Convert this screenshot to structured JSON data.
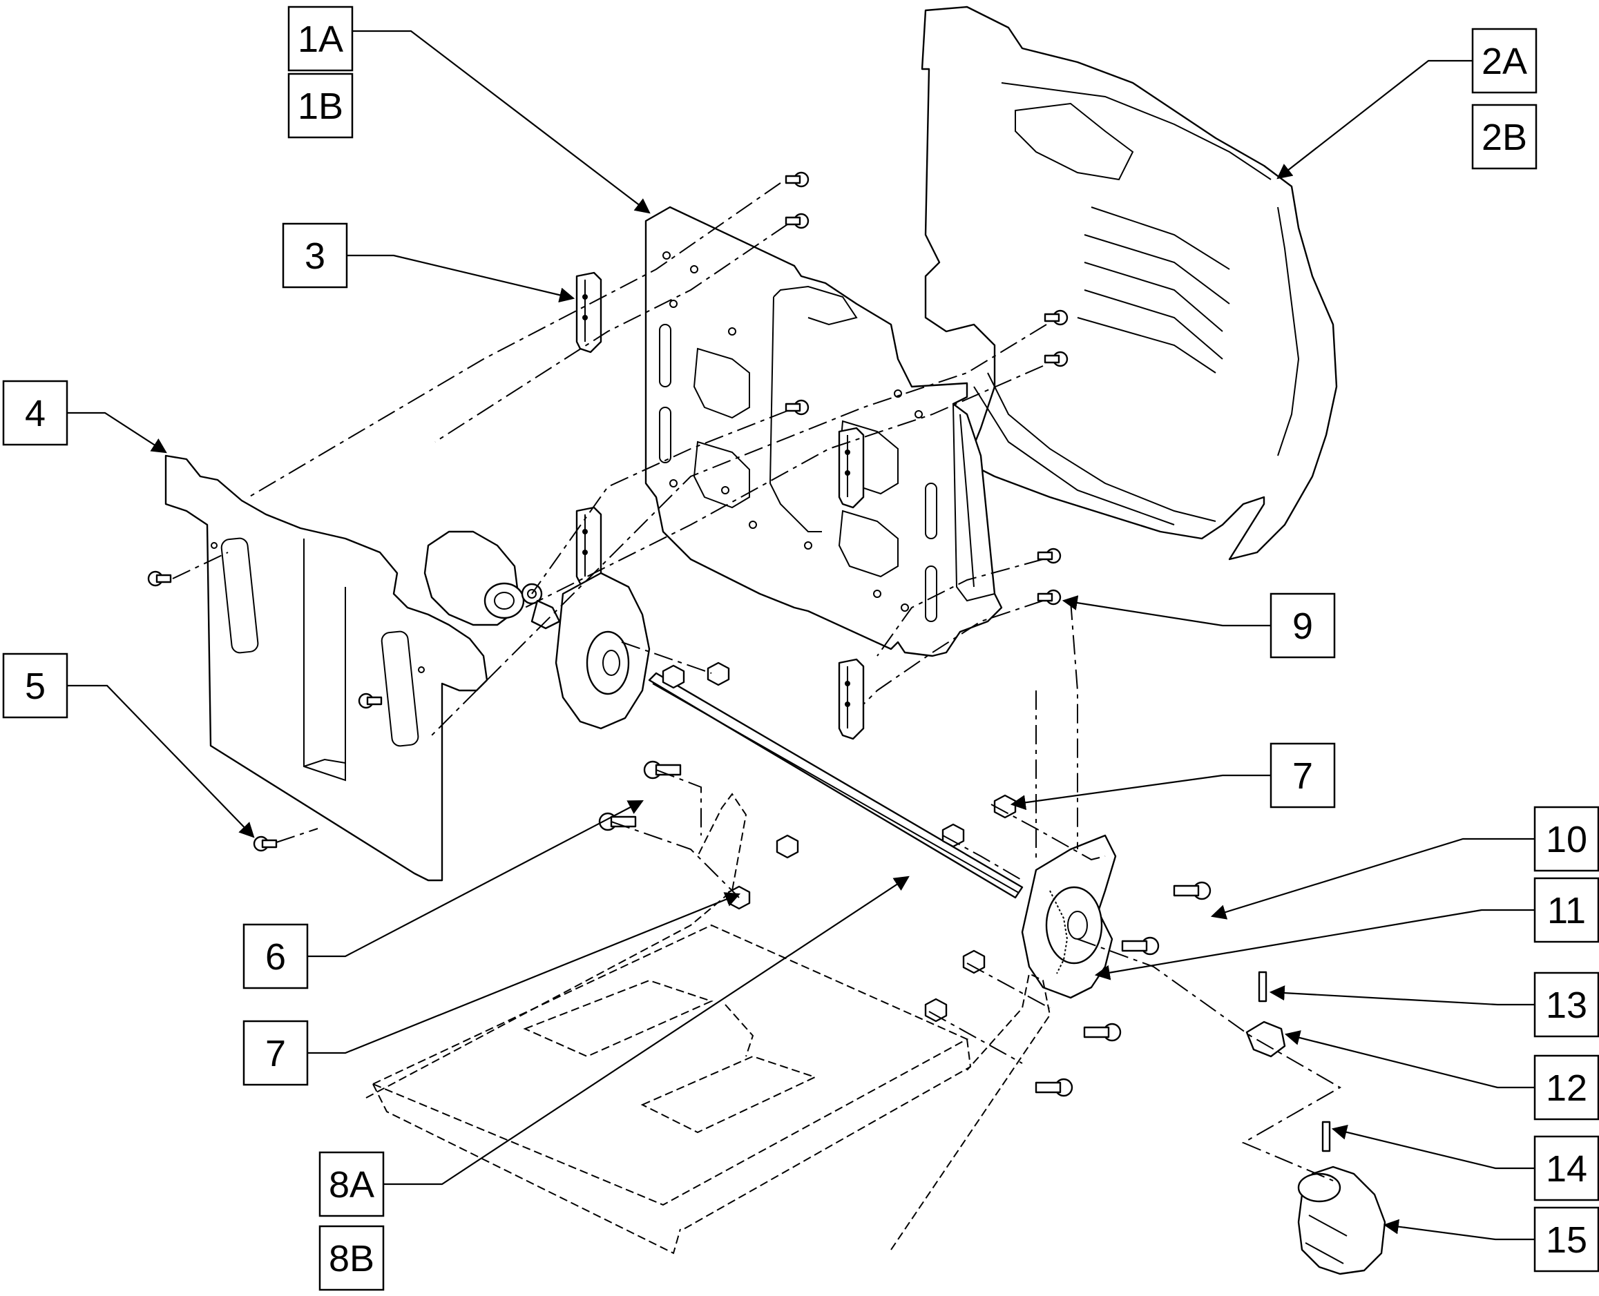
{
  "diagram": {
    "callouts": [
      {
        "id": "1A",
        "label": "1A"
      },
      {
        "id": "1B",
        "label": "1B"
      },
      {
        "id": "2A",
        "label": "2A"
      },
      {
        "id": "2B",
        "label": "2B"
      },
      {
        "id": "3",
        "label": "3"
      },
      {
        "id": "4",
        "label": "4"
      },
      {
        "id": "5",
        "label": "5"
      },
      {
        "id": "6",
        "label": "6"
      },
      {
        "id": "7a",
        "label": "7"
      },
      {
        "id": "7b",
        "label": "7"
      },
      {
        "id": "8A",
        "label": "8A"
      },
      {
        "id": "8B",
        "label": "8B"
      },
      {
        "id": "9",
        "label": "9"
      },
      {
        "id": "10",
        "label": "10"
      },
      {
        "id": "11",
        "label": "11"
      },
      {
        "id": "12",
        "label": "12"
      },
      {
        "id": "13",
        "label": "13"
      },
      {
        "id": "14",
        "label": "14"
      },
      {
        "id": "15",
        "label": "15"
      }
    ],
    "colors": {
      "ink": "#000000",
      "paper": "#ffffff"
    }
  }
}
